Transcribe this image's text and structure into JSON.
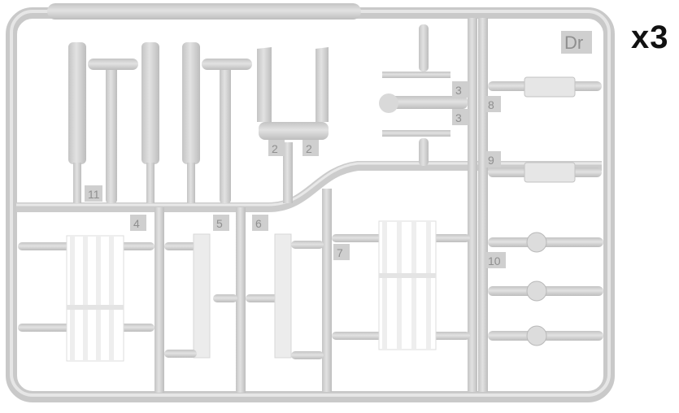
{
  "image": {
    "quantity": "x3",
    "sprue_code": "Dr",
    "part_numbers": [
      "2",
      "2",
      "3",
      "3",
      "4",
      "5",
      "6",
      "7",
      "8",
      "9",
      "10",
      "11"
    ]
  },
  "colors": {
    "background": "#ffffff",
    "plastic": "#d6d6d6",
    "plastic_shadow": "#b9b9b9",
    "part_light": "#ececec",
    "label_text": "#8f8f8f",
    "quantity_text": "#111111"
  }
}
